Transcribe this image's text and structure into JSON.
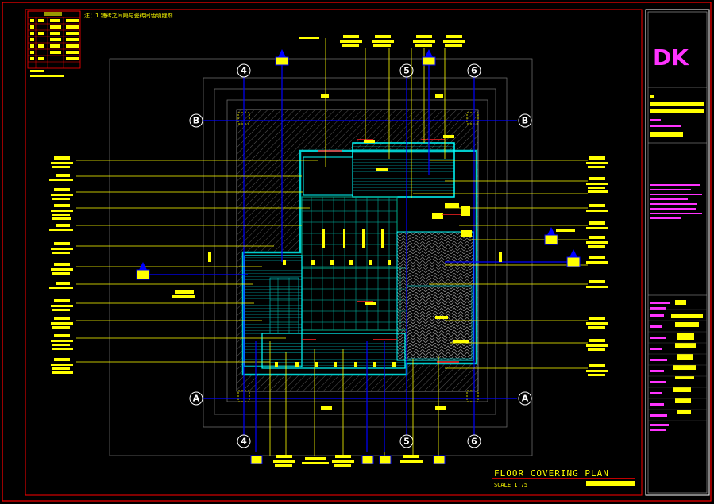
{
  "drawing": {
    "title": "FLOOR COVERING PLAN",
    "scale": "SCALE 1:75",
    "note": "注：1.铺砖之间隔与瓷砖同色填缝剂",
    "logo": "DK",
    "colors": {
      "background": "#000000",
      "border": "#ff0000",
      "annotation": "#ffff00",
      "axis": "#0000ff",
      "wall": "#00ffff",
      "title_block": "#ff33ff",
      "hatch": "#888888"
    }
  },
  "grid_axes": {
    "top": [
      "4",
      "5",
      "6"
    ],
    "bottom": [
      "4",
      "5",
      "6"
    ],
    "left": [
      "B",
      "A"
    ],
    "right": [
      "B",
      "A"
    ]
  }
}
